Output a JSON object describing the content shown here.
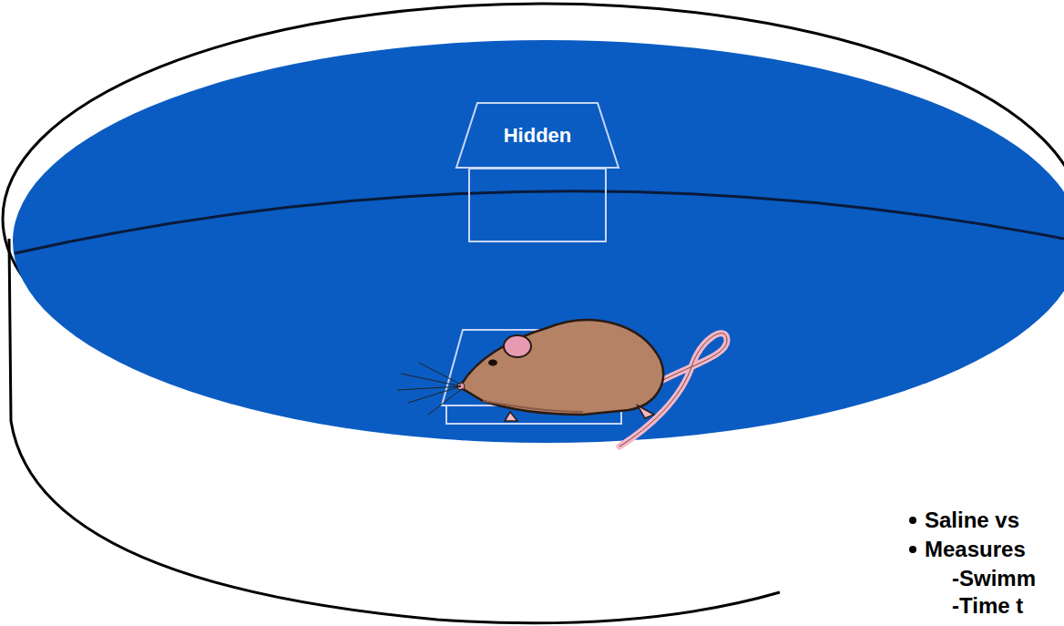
{
  "diagram": {
    "nodes": [
      {
        "text": [
          "Hidden"
        ]
      }
    ],
    "labels": [
      "Saline vs",
      "Measures",
      "-Swimm",
      "-Time t"
    ]
  }
}
